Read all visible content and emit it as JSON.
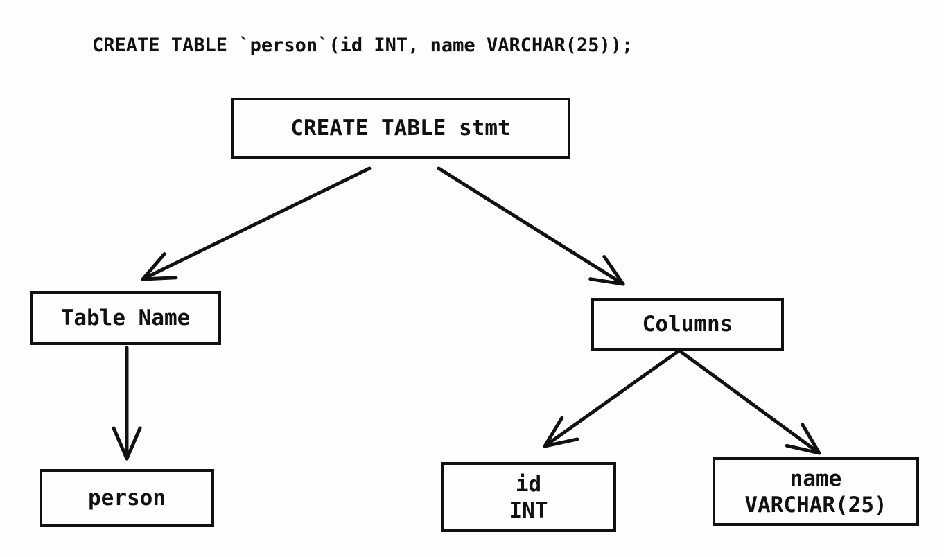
{
  "diagram": {
    "title_semantic": "CREATE TABLE statement parse tree",
    "sql_statement": "CREATE TABLE `person`(id INT, name VARCHAR(25));",
    "nodes": {
      "root": {
        "label": "CREATE TABLE stmt"
      },
      "table_name": {
        "label": "Table Name"
      },
      "columns": {
        "label": "Columns"
      },
      "person": {
        "label": "person"
      },
      "id_col": {
        "line1": "id",
        "line2": "INT"
      },
      "name_col": {
        "line1": "name",
        "line2": "VARCHAR(25)"
      }
    },
    "edges": [
      {
        "from": "root",
        "to": "table_name"
      },
      {
        "from": "root",
        "to": "columns"
      },
      {
        "from": "table_name",
        "to": "person"
      },
      {
        "from": "columns",
        "to": "id_col"
      },
      {
        "from": "columns",
        "to": "name_col"
      }
    ],
    "colors": {
      "background": "#fefefe",
      "line": "#111111",
      "text": "#111111"
    }
  }
}
